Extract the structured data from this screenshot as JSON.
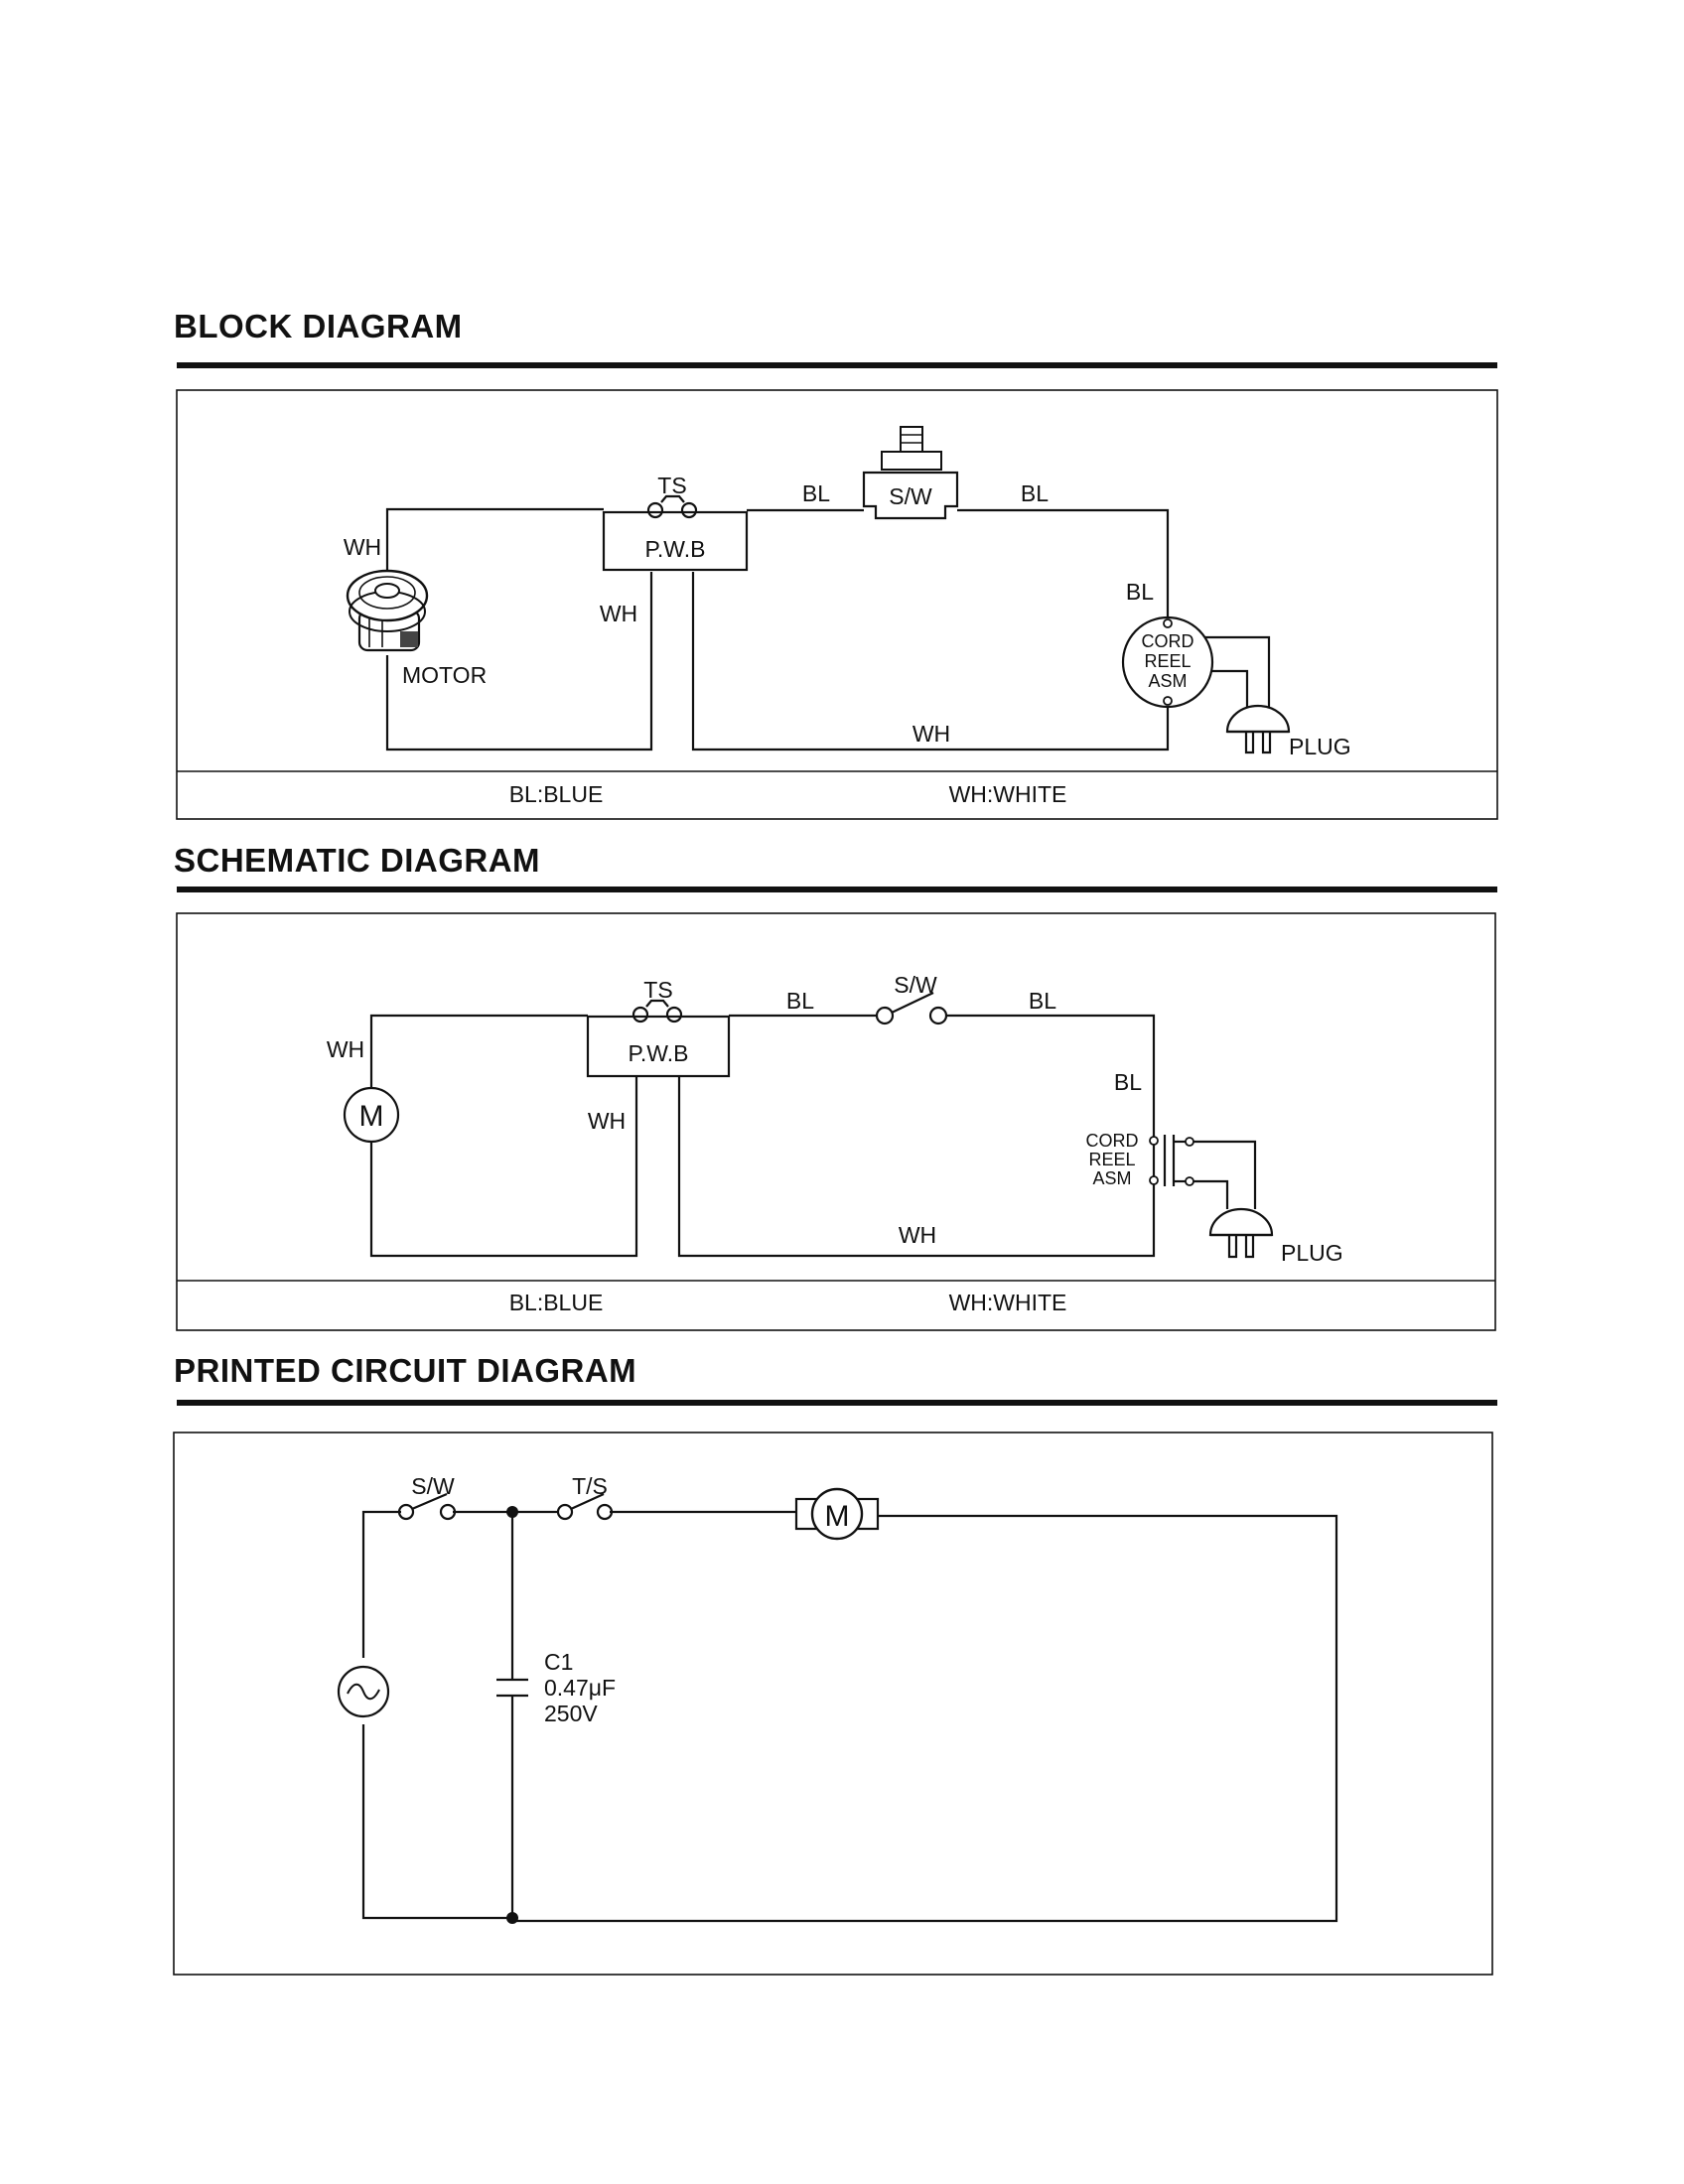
{
  "block": {
    "title": "BLOCK DIAGRAM",
    "ts": "TS",
    "pwb": "P.W.B",
    "sw": "S/W",
    "bl_left": "BL",
    "bl_right": "BL",
    "bl_vert": "BL",
    "wh_motor": "WH",
    "wh_mid": "WH",
    "wh_bottom": "WH",
    "motor": "MOTOR",
    "cord_1": "CORD",
    "cord_2": "REEL",
    "cord_3": "ASM",
    "plug": "PLUG",
    "legend_bl": "BL:BLUE",
    "legend_wh": "WH:WHITE"
  },
  "schematic": {
    "title": "SCHEMATIC DIAGRAM",
    "ts": "TS",
    "pwb": "P.W.B",
    "sw": "S/W",
    "bl_left": "BL",
    "bl_right": "BL",
    "bl_vert": "BL",
    "wh_motor": "WH",
    "wh_mid": "WH",
    "wh_bottom": "WH",
    "motor_symbol": "M",
    "cord_1": "CORD",
    "cord_2": "REEL",
    "cord_3": "ASM",
    "plug": "PLUG",
    "legend_bl": "BL:BLUE",
    "legend_wh": "WH:WHITE"
  },
  "pcb": {
    "title": "PRINTED CIRCUIT DIAGRAM",
    "sw": "S/W",
    "ts": "T/S",
    "motor_symbol": "M",
    "c1_name": "C1",
    "c1_value": "0.47μF",
    "c1_voltage": "250V"
  }
}
